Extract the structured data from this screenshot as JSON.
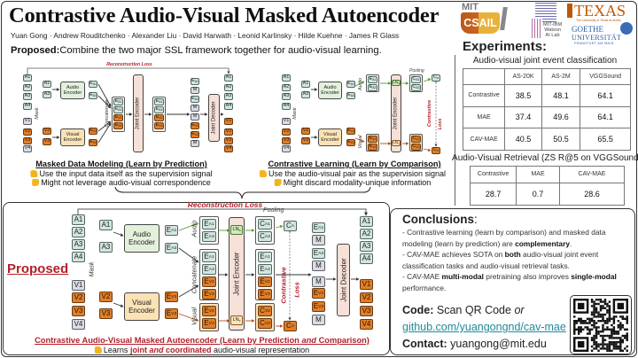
{
  "header": {
    "title": "Contrastive Audio-Visual Masked Autoencoder",
    "authors": "Yuan Gong · Andrew Rouditchenko · Alexander Liu · David Harwath · Leonid Karlinsky · Hilde Kuehne · James R Glass",
    "proposed_prefix": "Proposed:",
    "proposed_text": "Combine the two major SSL framework together for audio-visual learning."
  },
  "logos": {
    "mit": "MIT",
    "csail": "CSAIL",
    "ibm_lines": [
      "MIT-IBM",
      "Watson",
      "AI Lab"
    ],
    "texas": "TEXAS",
    "texas_sub": "The University of Texas at Austin",
    "goethe": "GOETHE",
    "goethe_uni": "UNIVERSITÄT",
    "goethe_city": "FRANKFURT AM MAIN"
  },
  "colors": {
    "accent_red": "#b2202a",
    "audio_token": "#d3e6de",
    "visual_token": "#df7f2a",
    "masked_token": "#d9dde3",
    "audio_encoder": "#e3f1dc",
    "visual_encoder": "#fbe2b5",
    "joint": "#f6e0d8",
    "link": "#1e8a99"
  },
  "mdm": {
    "recon": "Reconstruction Loss",
    "mask": "Mask",
    "concat": "Concatenate",
    "audio_enc": "Audio Encoder",
    "visual_enc": "Visual Encoder",
    "joint_enc": "Joint Encoder",
    "joint_dec": "Joint Decoder",
    "inputs": [
      {
        "b": "A1"
      },
      {
        "b": "A2"
      },
      {
        "b": "A3"
      },
      {
        "b": "A4"
      },
      {
        "b": "V1"
      },
      {
        "b": "V2"
      },
      {
        "b": "V3"
      },
      {
        "b": "V4"
      }
    ],
    "kept": [
      {
        "b": "A1"
      },
      {
        "b": "A3"
      },
      {
        "b": "V2"
      },
      {
        "b": "V3"
      }
    ],
    "enc_out": [
      {
        "b": "E",
        "s": "A1"
      },
      {
        "b": "E",
        "s": "A3"
      },
      {
        "b": "E",
        "s": "V2"
      },
      {
        "b": "E",
        "s": "V3"
      }
    ],
    "concat_tokens": [
      {
        "b": "E",
        "s": "A1"
      },
      {
        "b": "E",
        "s": "A3"
      },
      {
        "b": "E",
        "s": "V2"
      },
      {
        "b": "E",
        "s": "V3"
      }
    ],
    "joint_out": [
      {
        "b": "E",
        "s": "A1"
      },
      {
        "b": "E",
        "s": "A3"
      },
      {
        "b": "E",
        "s": "V2"
      },
      {
        "b": "E",
        "s": "V3"
      }
    ],
    "dec_in": [
      {
        "b": "E",
        "s": "A1"
      },
      {
        "b": "M"
      },
      {
        "b": "E",
        "s": "A3"
      },
      {
        "b": "M"
      },
      {
        "b": "M"
      },
      {
        "b": "E",
        "s": "V2"
      },
      {
        "b": "E",
        "s": "V3"
      },
      {
        "b": "M"
      }
    ],
    "outputs": [
      {
        "b": "A1"
      },
      {
        "b": "A2"
      },
      {
        "b": "A3"
      },
      {
        "b": "A4"
      },
      {
        "b": "V1"
      },
      {
        "b": "V2"
      },
      {
        "b": "V3"
      },
      {
        "b": "V4"
      }
    ],
    "caption": "Masked Data Modeling (Learn by Prediction)",
    "pro": "Use the input data itself as the supervision signal",
    "con": "Might not leverage audio-visual correspondence"
  },
  "cl": {
    "mask": "Mask",
    "audio_label": "Audio",
    "visual_label": "Visual",
    "pooling": "Pooling",
    "contrastive": "Contrastive",
    "loss": "Loss",
    "audio_enc": "Audio Encoder",
    "visual_enc": "Visual Encoder",
    "joint_enc": "Joint Encoder",
    "inputs": [
      {
        "b": "A1"
      },
      {
        "b": "A2"
      },
      {
        "b": "A3"
      },
      {
        "b": "A4"
      },
      {
        "b": "V1"
      },
      {
        "b": "V2"
      },
      {
        "b": "V3"
      },
      {
        "b": "V4"
      }
    ],
    "kept": [
      {
        "b": "A1"
      },
      {
        "b": "A3"
      },
      {
        "b": "V2"
      },
      {
        "b": "V3"
      }
    ],
    "enc_out": [
      {
        "b": "E",
        "s": "A1"
      },
      {
        "b": "E",
        "s": "A3"
      },
      {
        "b": "E",
        "s": "V2"
      },
      {
        "b": "E",
        "s": "V3"
      }
    ],
    "audio_group": [
      {
        "b": "E",
        "s": "A1"
      },
      {
        "b": "E",
        "s": "A3"
      }
    ],
    "visual_group": [
      {
        "b": "E",
        "s": "V2"
      },
      {
        "b": "E",
        "s": "V3"
      }
    ],
    "ln_a": {
      "b": "LN",
      "s": "a"
    },
    "ln_v": {
      "b": "LN",
      "s": "v"
    },
    "c_audio": [
      {
        "b": "C",
        "s": "A1"
      },
      {
        "b": "C",
        "s": "A3"
      }
    ],
    "c_visual": [
      {
        "b": "C",
        "s": "V2"
      },
      {
        "b": "C",
        "s": "V3"
      }
    ],
    "c_a": {
      "b": "C",
      "s": "a"
    },
    "c_v": {
      "b": "C",
      "s": "v"
    },
    "caption": "Contrastive Learning (Learn by Comparison)",
    "pro": "Use the audio-visual pair as the supervision signal",
    "con": "Might discard modality-unique information"
  },
  "cavmae": {
    "section_label": "Proposed",
    "recon": "Reconstruction Loss",
    "mask": "Mask",
    "audio_label": "Audio",
    "concat_label": "Concatenate",
    "visual_label": "Visual",
    "pooling": "Pooling",
    "contrastive": "Contrastive",
    "loss": "Loss",
    "audio_enc": "Audio Encoder",
    "visual_enc": "Visual Encoder",
    "joint_enc": "Joint Encoder",
    "joint_dec": "Joint Decoder",
    "inputs": [
      {
        "b": "A1"
      },
      {
        "b": "A2"
      },
      {
        "b": "A3"
      },
      {
        "b": "A4"
      },
      {
        "b": "V1"
      },
      {
        "b": "V2"
      },
      {
        "b": "V3"
      },
      {
        "b": "V4"
      }
    ],
    "kept": [
      {
        "b": "A1"
      },
      {
        "b": "A3"
      },
      {
        "b": "V2"
      },
      {
        "b": "V3"
      }
    ],
    "enc_out": [
      {
        "b": "E",
        "s": "A1"
      },
      {
        "b": "E",
        "s": "A3"
      },
      {
        "b": "E",
        "s": "V2"
      },
      {
        "b": "E",
        "s": "V3"
      }
    ],
    "audio_group": [
      {
        "b": "E",
        "s": "A1"
      },
      {
        "b": "E",
        "s": "A3"
      }
    ],
    "concat_tokens": [
      {
        "b": "E",
        "s": "A1"
      },
      {
        "b": "E",
        "s": "A3"
      },
      {
        "b": "E",
        "s": "V2"
      },
      {
        "b": "E",
        "s": "V3"
      }
    ],
    "visual_group": [
      {
        "b": "E",
        "s": "V2"
      },
      {
        "b": "E",
        "s": "V3"
      }
    ],
    "ln_a": {
      "b": "LN",
      "s": "a"
    },
    "ln_v": {
      "b": "LN",
      "s": "v"
    },
    "c_audio": [
      {
        "b": "C",
        "s": "A1"
      },
      {
        "b": "C",
        "s": "A3"
      }
    ],
    "joint_out": [
      {
        "b": "E",
        "s": "A1"
      },
      {
        "b": "E",
        "s": "A3"
      },
      {
        "b": "E",
        "s": "V2"
      },
      {
        "b": "E",
        "s": "V3"
      }
    ],
    "c_visual": [
      {
        "b": "C",
        "s": "V2"
      },
      {
        "b": "C",
        "s": "V3"
      }
    ],
    "c_a": {
      "b": "C",
      "s": "A"
    },
    "c_v": {
      "b": "C",
      "s": "V"
    },
    "dec_in": [
      {
        "b": "E",
        "s": "A1"
      },
      {
        "b": "M"
      },
      {
        "b": "E",
        "s": "A3"
      },
      {
        "b": "M"
      },
      {
        "b": "M"
      },
      {
        "b": "E",
        "s": "V2"
      },
      {
        "b": "E",
        "s": "V3"
      },
      {
        "b": "M"
      }
    ],
    "outputs": [
      {
        "b": "A1"
      },
      {
        "b": "A2"
      },
      {
        "b": "A3"
      },
      {
        "b": "A4"
      },
      {
        "b": "V1"
      },
      {
        "b": "V2"
      },
      {
        "b": "V3"
      },
      {
        "b": "V4"
      }
    ],
    "caption_a": "Contrastive Audio-Visual Masked Autoencoder (Learn by Prediction ",
    "caption_and": "and",
    "caption_b": " Comparison)",
    "learns": [
      "Learns ",
      "joint",
      " ",
      "and",
      " ",
      "coordinated",
      " audio-visual representation"
    ]
  },
  "experiments": {
    "heading": "Experiments:",
    "cls_title": "Audio-visual joint event classification",
    "cls_table": {
      "headers": [
        "",
        "AS-20K",
        "AS-2M",
        "VGGSound"
      ],
      "rows": [
        [
          "Contrastive",
          "38.5",
          "48.1",
          "64.1"
        ],
        [
          "MAE",
          "37.4",
          "49.6",
          "64.1"
        ],
        [
          "CAV-MAE",
          "40.5",
          "50.5",
          "65.5"
        ]
      ]
    },
    "ret_title": "Audio-Visual Retrieval (ZS R@5 on VGGSound)",
    "ret_table": {
      "headers": [
        "Contrastive",
        "MAE",
        "CAV-MAE"
      ],
      "rows": [
        [
          "28.7",
          "0.7",
          "28.6"
        ]
      ]
    }
  },
  "conclusions": {
    "heading": "Conclusions",
    "colon": ":",
    "items": [
      [
        "- Contrastive learning (learn by comparison) and masked data modeling (learn by prediction) are ",
        "complementary",
        "."
      ],
      [
        "- CAV-MAE achieves SOTA on ",
        "both",
        " audio-visual joint event classification tasks and audio-visual retrieval tasks."
      ],
      [
        "- CAV-MAE ",
        "multi-modal",
        " pretraining also improves ",
        "single-modal",
        " performance."
      ]
    ]
  },
  "code": {
    "label": "Code:",
    "text": " Scan QR Code ",
    "or": "or",
    "link": "github.com/yuangongnd/cav-mae",
    "contact_label": "Contact:",
    "contact": " yuangong@mit.edu"
  }
}
